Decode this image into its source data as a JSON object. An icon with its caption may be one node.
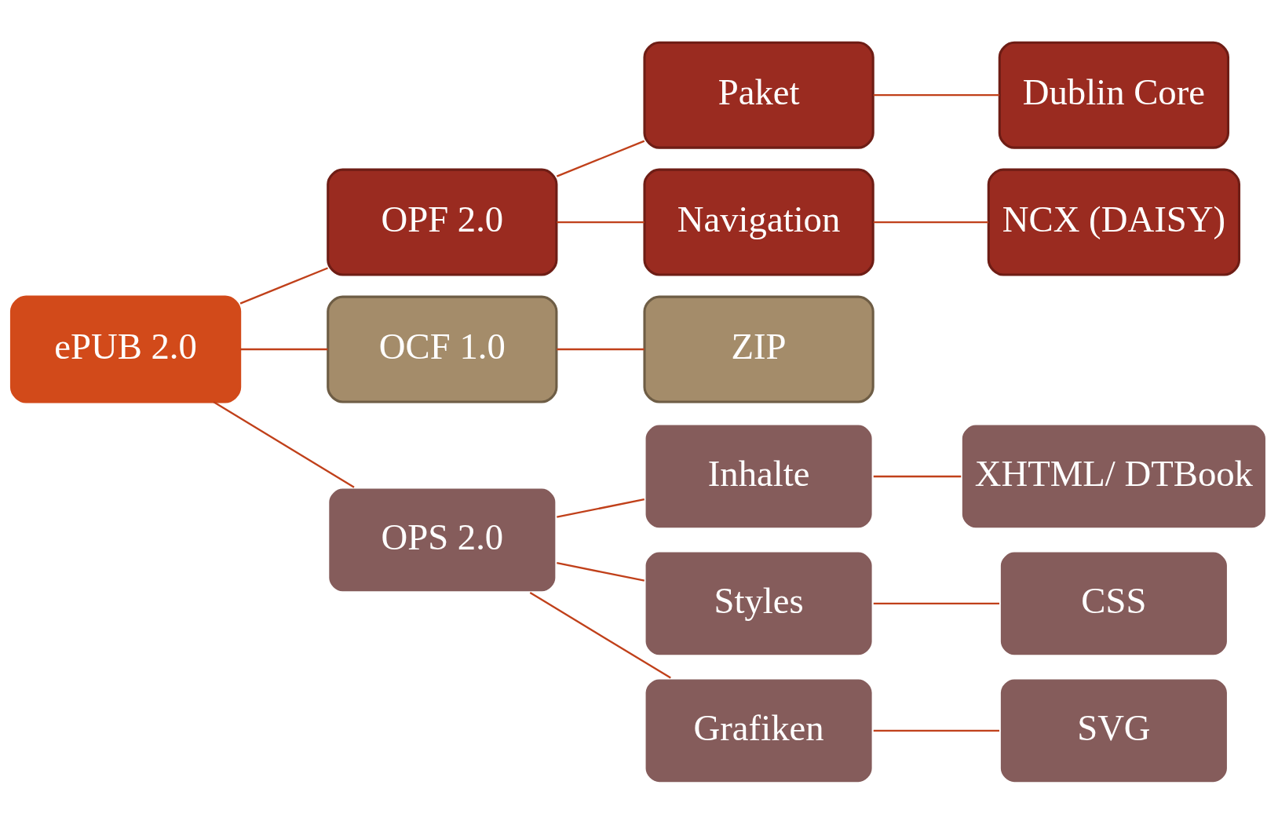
{
  "diagram": {
    "nodes": [
      {
        "text": [
          "ePUB 2.0"
        ]
      },
      {
        "text": [
          "OPF 2.0"
        ]
      },
      {
        "text": [
          "Paket"
        ]
      },
      {
        "text": [
          "Dublin Core"
        ]
      },
      {
        "text": [
          "Navigation"
        ]
      },
      {
        "text": [
          "NCX (DAISY)"
        ]
      },
      {
        "text": [
          "OCF 1.0"
        ]
      },
      {
        "text": [
          "ZIP"
        ]
      },
      {
        "text": [
          "OPS 2.0"
        ]
      },
      {
        "text": [
          "Inhalte"
        ]
      },
      {
        "text": [
          "XHTML/ DTBook"
        ]
      },
      {
        "text": [
          "Styles"
        ]
      },
      {
        "text": [
          "CSS"
        ]
      },
      {
        "text": [
          "Grafiken"
        ]
      },
      {
        "text": [
          "SVG"
        ]
      }
    ],
    "edges": [
      {
        "from": 0,
        "to": 1,
        "arrow": "none"
      },
      {
        "from": 0,
        "to": 6,
        "arrow": "none"
      },
      {
        "from": 0,
        "to": 8,
        "arrow": "none"
      },
      {
        "from": 1,
        "to": 2,
        "arrow": "none"
      },
      {
        "from": 1,
        "to": 4,
        "arrow": "none"
      },
      {
        "from": 2,
        "to": 3,
        "arrow": "none"
      },
      {
        "from": 4,
        "to": 5,
        "arrow": "none"
      },
      {
        "from": 6,
        "to": 7,
        "arrow": "none"
      },
      {
        "from": 8,
        "to": 9,
        "arrow": "none"
      },
      {
        "from": 8,
        "to": 11,
        "arrow": "none"
      },
      {
        "from": 8,
        "to": 13,
        "arrow": "none"
      },
      {
        "from": 9,
        "to": 10,
        "arrow": "none"
      },
      {
        "from": 11,
        "to": 12,
        "arrow": "none"
      },
      {
        "from": 13,
        "to": 14,
        "arrow": "none"
      }
    ]
  }
}
